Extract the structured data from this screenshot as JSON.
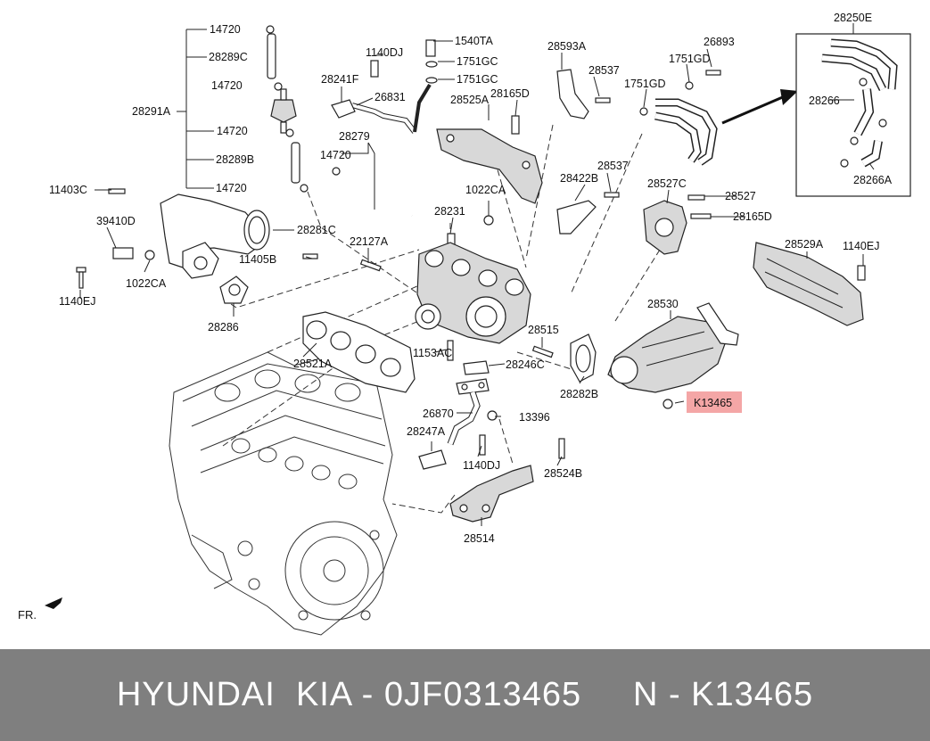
{
  "diagram": {
    "fr_label": "FR.",
    "inset_label": "28250E",
    "highlighted_part": "K13465",
    "labels": {
      "l14720a": "14720",
      "l28289ca": "28289C",
      "l14720b": "14720",
      "l28291a": "28291A",
      "l14720c": "14720",
      "l28289b": "28289B",
      "l14720d": "14720",
      "l1140dj_top": "1140DJ",
      "l1540ta": "1540TA",
      "l1751gc_a": "1751GC",
      "l1751gc_b": "1751GC",
      "l28241f": "28241F",
      "l26831": "26831",
      "l28525a": "28525A",
      "l28165d_top": "28165D",
      "l28593a": "28593A",
      "l28537_top": "28537",
      "l1751gd_a": "1751GD",
      "l26893": "26893",
      "l1751gd_b": "1751GD",
      "l28266": "28266",
      "l28266a": "28266A",
      "l28279": "28279",
      "l14720e": "14720",
      "l11403c": "11403C",
      "l39410d": "39410D",
      "l28281c": "28281C",
      "l1022ca_mid": "1022CA",
      "l28231": "28231",
      "l28422b": "28422B",
      "l28537_mid": "28537",
      "l28527c": "28527C",
      "l28527": "28527",
      "l28165d_mid": "28165D",
      "l22127a": "22127A",
      "l11405b": "11405B",
      "l1022ca_left": "1022CA",
      "l1140ej_left": "1140EJ",
      "l28286": "28286",
      "l28529a": "28529A",
      "l1140ej_right": "1140EJ",
      "l28530": "28530",
      "l28521a": "28521A",
      "l1153ac": "1153AC",
      "l28515": "28515",
      "l28246c": "28246C",
      "l28282b": "28282B",
      "l26870": "26870",
      "l13396": "13396",
      "l28247a": "28247A",
      "l1140dj_bottom": "1140DJ",
      "l28524b": "28524B",
      "l28514": "28514"
    }
  },
  "footer": {
    "text": "HYUNDAI  KIA - 0JF0313465     N - K13465"
  },
  "colors": {
    "highlight": "#f4a6a6",
    "footer_bg": "#7f7f7f",
    "footer_text": "#ffffff"
  }
}
